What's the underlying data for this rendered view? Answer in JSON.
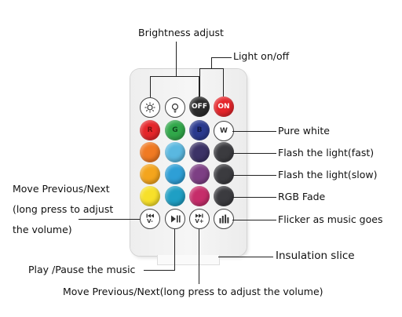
{
  "labels": {
    "brightness": "Brightness adjust",
    "light_onoff": "Light on/off",
    "pure_white": "Pure white",
    "flash_fast": "Flash the light(fast)",
    "flash_slow": "Flash the light(slow)",
    "rgb_fade": "RGB Fade",
    "flicker_music": "Flicker as music goes",
    "insulation": "Insulation slice",
    "move_left_1": "Move Previous/Next",
    "move_left_2": "(long press to adjust",
    "move_left_3": "the volume)",
    "play_pause": "Play /Pause the music",
    "move_bottom": "Move Previous/Next(long press to adjust the volume)"
  },
  "buttons": {
    "off": "OFF",
    "on": "ON",
    "red": "R",
    "green": "G",
    "blue": "B",
    "white": "W",
    "prev": "V-",
    "next": "V+"
  },
  "colors": {
    "red": "#e5252a",
    "green": "#31a84a",
    "blue": "#2a3a8f",
    "orange": "#f07a23",
    "light_blue": "#5ab8e0",
    "purple_dark": "#3c3266",
    "dark_grey": "#3b3b3f",
    "yellow_orange": "#f4a51d",
    "sky_blue": "#2e9fd6",
    "violet": "#7d3f84",
    "yellow": "#f7e02a",
    "teal": "#1f9fc4",
    "pink": "#c62d6a",
    "black": "#2b2b2b"
  }
}
